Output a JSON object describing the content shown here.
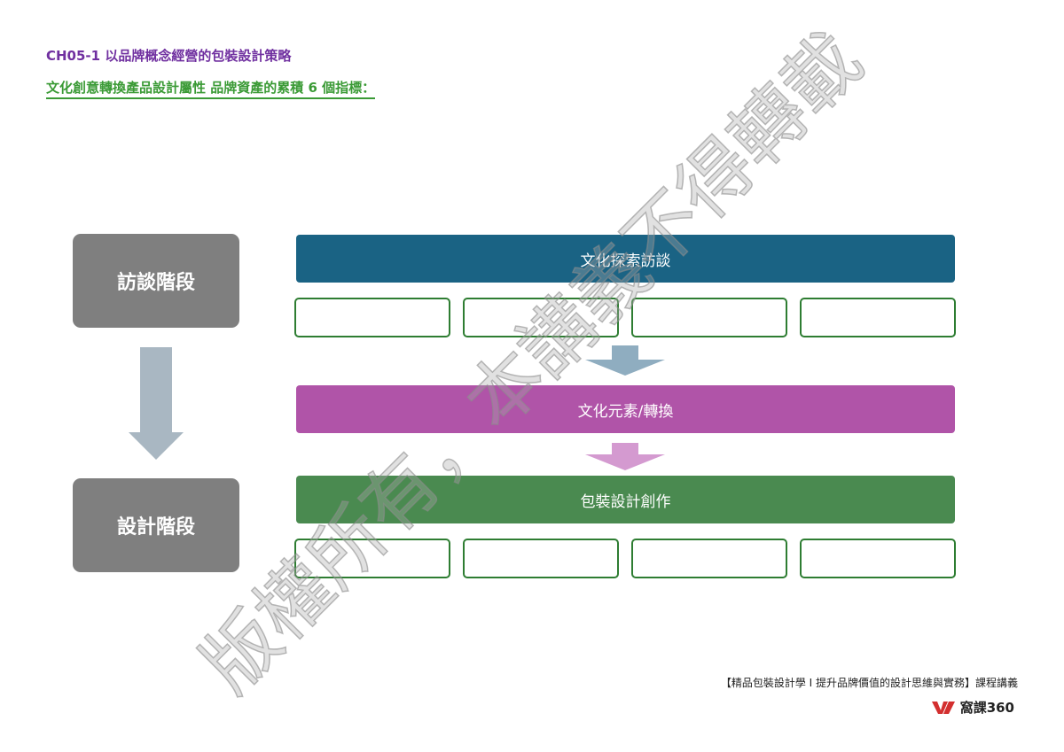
{
  "header": {
    "chapter_title": "CH05-1  以品牌概念經營的包裝設計策略",
    "subtitle": "文化創意轉換產品設計屬性  品牌資產的累積 6 個指標："
  },
  "stages": {
    "interview": "訪談階段",
    "design": "設計階段"
  },
  "flow": {
    "step1": "文化探索訪談",
    "step2": "文化元素/轉換",
    "step3": "包裝設計創作"
  },
  "colors": {
    "step1": "#1a6384",
    "step2": "#b054a8",
    "step3": "#4a8a50",
    "stage": "#7f7f7f"
  },
  "watermark": "版權所有，本講義不得轉載",
  "footer": {
    "course": "【精品包裝設計學 I 提升品牌價值的設計思維與實務】課程講義",
    "brand": "窩課360"
  }
}
